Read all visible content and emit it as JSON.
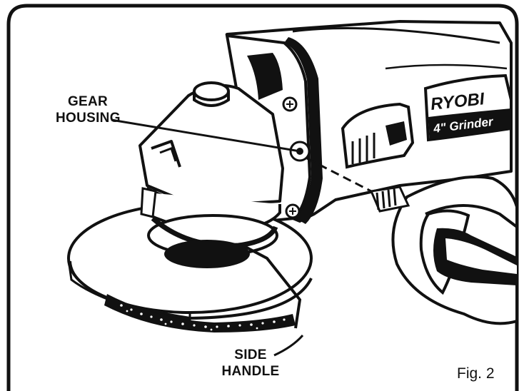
{
  "labels": {
    "gear_housing": [
      "GEAR",
      "HOUSING"
    ],
    "side_handle": [
      "SIDE",
      "HANDLE"
    ]
  },
  "brand": {
    "name": "RYOBI",
    "model": "4\" Grinder"
  },
  "figure_caption": "Fig. 2",
  "colors": {
    "ink": "#111111",
    "paper": "#ffffff"
  }
}
